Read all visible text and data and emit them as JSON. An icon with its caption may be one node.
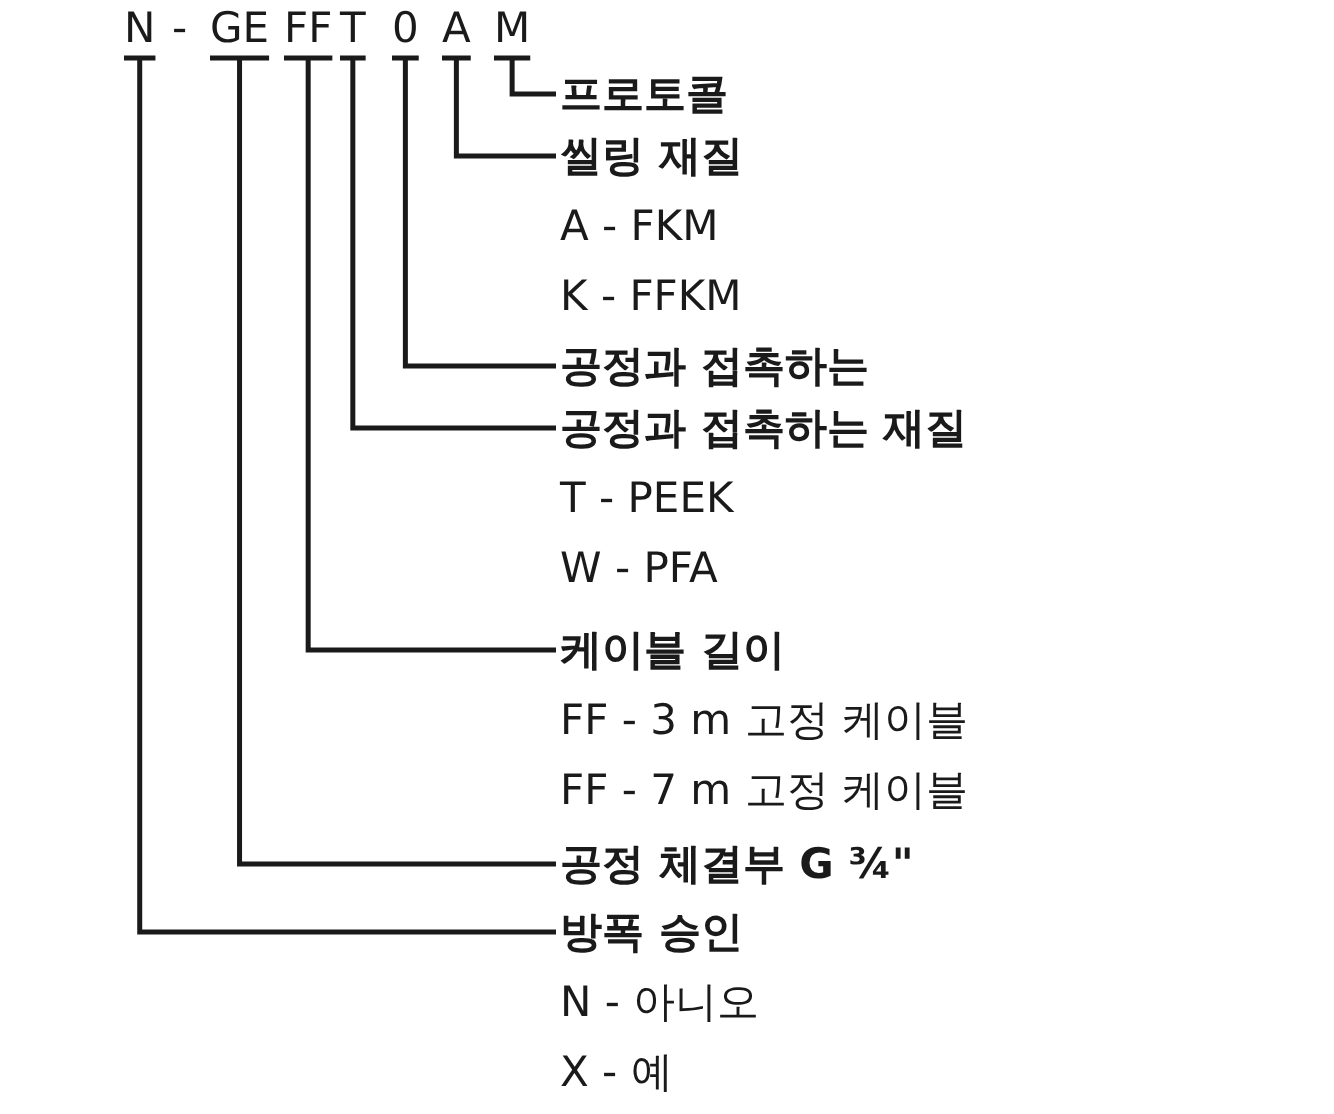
{
  "diagram": {
    "nodes": [
      {
        "text": [
          "N"
        ]
      },
      {
        "text": [
          "GE"
        ]
      },
      {
        "text": [
          "FF"
        ]
      },
      {
        "text": [
          "T"
        ]
      },
      {
        "text": [
          "0"
        ]
      },
      {
        "text": [
          "A"
        ]
      },
      {
        "text": [
          "M"
        ]
      },
      {
        "text": [
          "프로토콜"
        ]
      },
      {
        "text": [
          "씰링 재질"
        ],
        "beside": [
          "A - FKM",
          "K - FFKM"
        ]
      },
      {
        "text": [
          "공정과 접촉하는"
        ]
      },
      {
        "text": [
          "공정과 접촉하는 재질"
        ],
        "beside": [
          "T - PEEK",
          "W - PFA"
        ]
      },
      {
        "text": [
          "케이블 길이"
        ],
        "beside": [
          "FF - 3 m 고정 케이블",
          "FF - 7 m 고정 케이블"
        ]
      },
      {
        "text": [
          "공정 체결부 G ¾\""
        ]
      },
      {
        "text": [
          "방폭 승인"
        ],
        "beside": [
          "N - 아니오",
          "X - 예"
        ]
      }
    ],
    "edges": [
      {
        "from": 6,
        "to": 7,
        "arrow": "none"
      },
      {
        "from": 5,
        "to": 8,
        "arrow": "none"
      },
      {
        "from": 4,
        "to": 9,
        "arrow": "none"
      },
      {
        "from": 3,
        "to": 10,
        "arrow": "none"
      },
      {
        "from": 2,
        "to": 11,
        "arrow": "none"
      },
      {
        "from": 1,
        "to": 12,
        "arrow": "none"
      },
      {
        "from": 0,
        "to": 13,
        "arrow": "none"
      }
    ],
    "labels": [
      "-"
    ]
  }
}
